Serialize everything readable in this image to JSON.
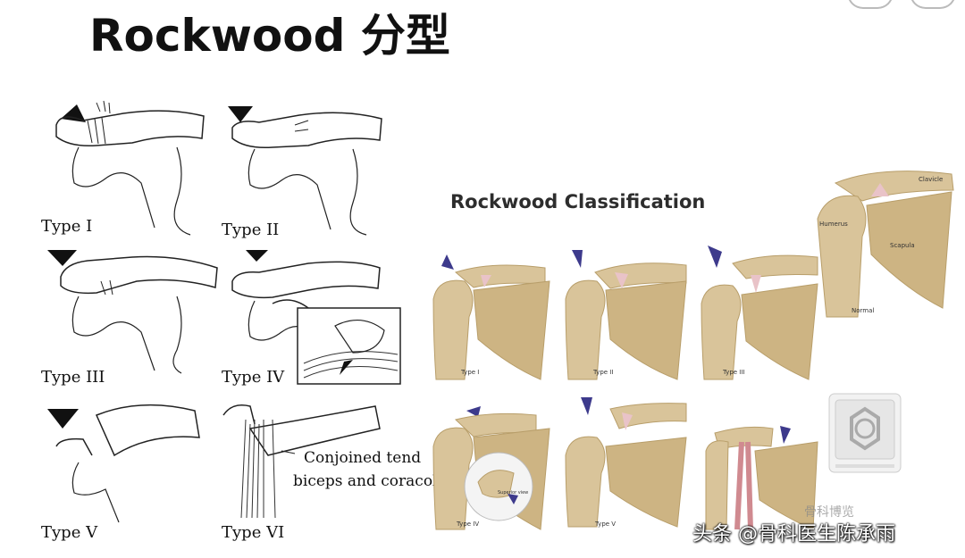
{
  "page": {
    "title": "Rockwood 分型"
  },
  "left_figure": {
    "type_labels": [
      "Type I",
      "Type II",
      "Type III",
      "Type IV",
      "Type V",
      "Type VI"
    ],
    "annotation_line1": "Conjoined tend",
    "annotation_line2": "biceps and coracob"
  },
  "right_figure": {
    "heading": "Rockwood Classification",
    "normal_labels": {
      "clavicle": "Clavicle",
      "humerus": "Humerus",
      "scapula": "Scapula",
      "normal": "Normal"
    },
    "type_labels": [
      "Type I",
      "Type II",
      "Type III",
      "Type IV",
      "Type V"
    ],
    "superior_view": "Superior view"
  },
  "watermarks": {
    "primary": "头条 @骨科医生陈承雨",
    "secondary": "骨科博览"
  },
  "colors": {
    "bone": "#d9c49a",
    "bone_shadow": "#b89e6a",
    "ligament": "#e9c3c8",
    "arrow": "#3d3a8c",
    "sketch_line": "#222222"
  }
}
